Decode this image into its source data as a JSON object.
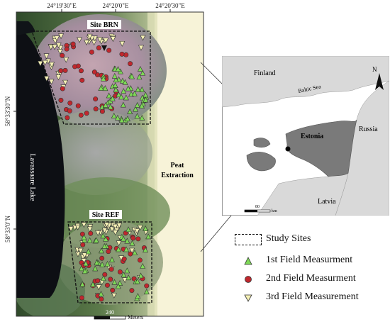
{
  "figure": {
    "top_ticks": [
      "24°19'30\"E",
      "24°20'0\"E",
      "24°20'30\"E"
    ],
    "left_ticks": [
      "58°33'30\"N",
      "58°33'0\"N"
    ],
    "site_brn_label": "Site BRN",
    "site_ref_label": "Site REF",
    "lake_label": "Lavassaare Lake",
    "peat_label_line1": "Peat",
    "peat_label_line2": "Extraction",
    "scale_value": "240",
    "scale_unit": "Meters"
  },
  "inset": {
    "finland": "Finland",
    "baltic_sea": "Baltic Sea",
    "estonia": "Estonia",
    "russia": "Russia",
    "latvia": "Latvia",
    "scale_value": "80",
    "scale_unit": "km",
    "north_letter": "N"
  },
  "legend": {
    "study_sites": "Study Sites",
    "first": "1st Field Measurment",
    "second": "2nd Field Measurment",
    "third": "3rd Field Measurement"
  },
  "colors": {
    "first_marker": "#7ed957",
    "second_marker": "#c0272d",
    "third_marker": "#f5f0b5",
    "estonia_fill": "#7a7a7a",
    "land_fill": "#d9d9d9",
    "sea_fill": "#ffffff"
  }
}
